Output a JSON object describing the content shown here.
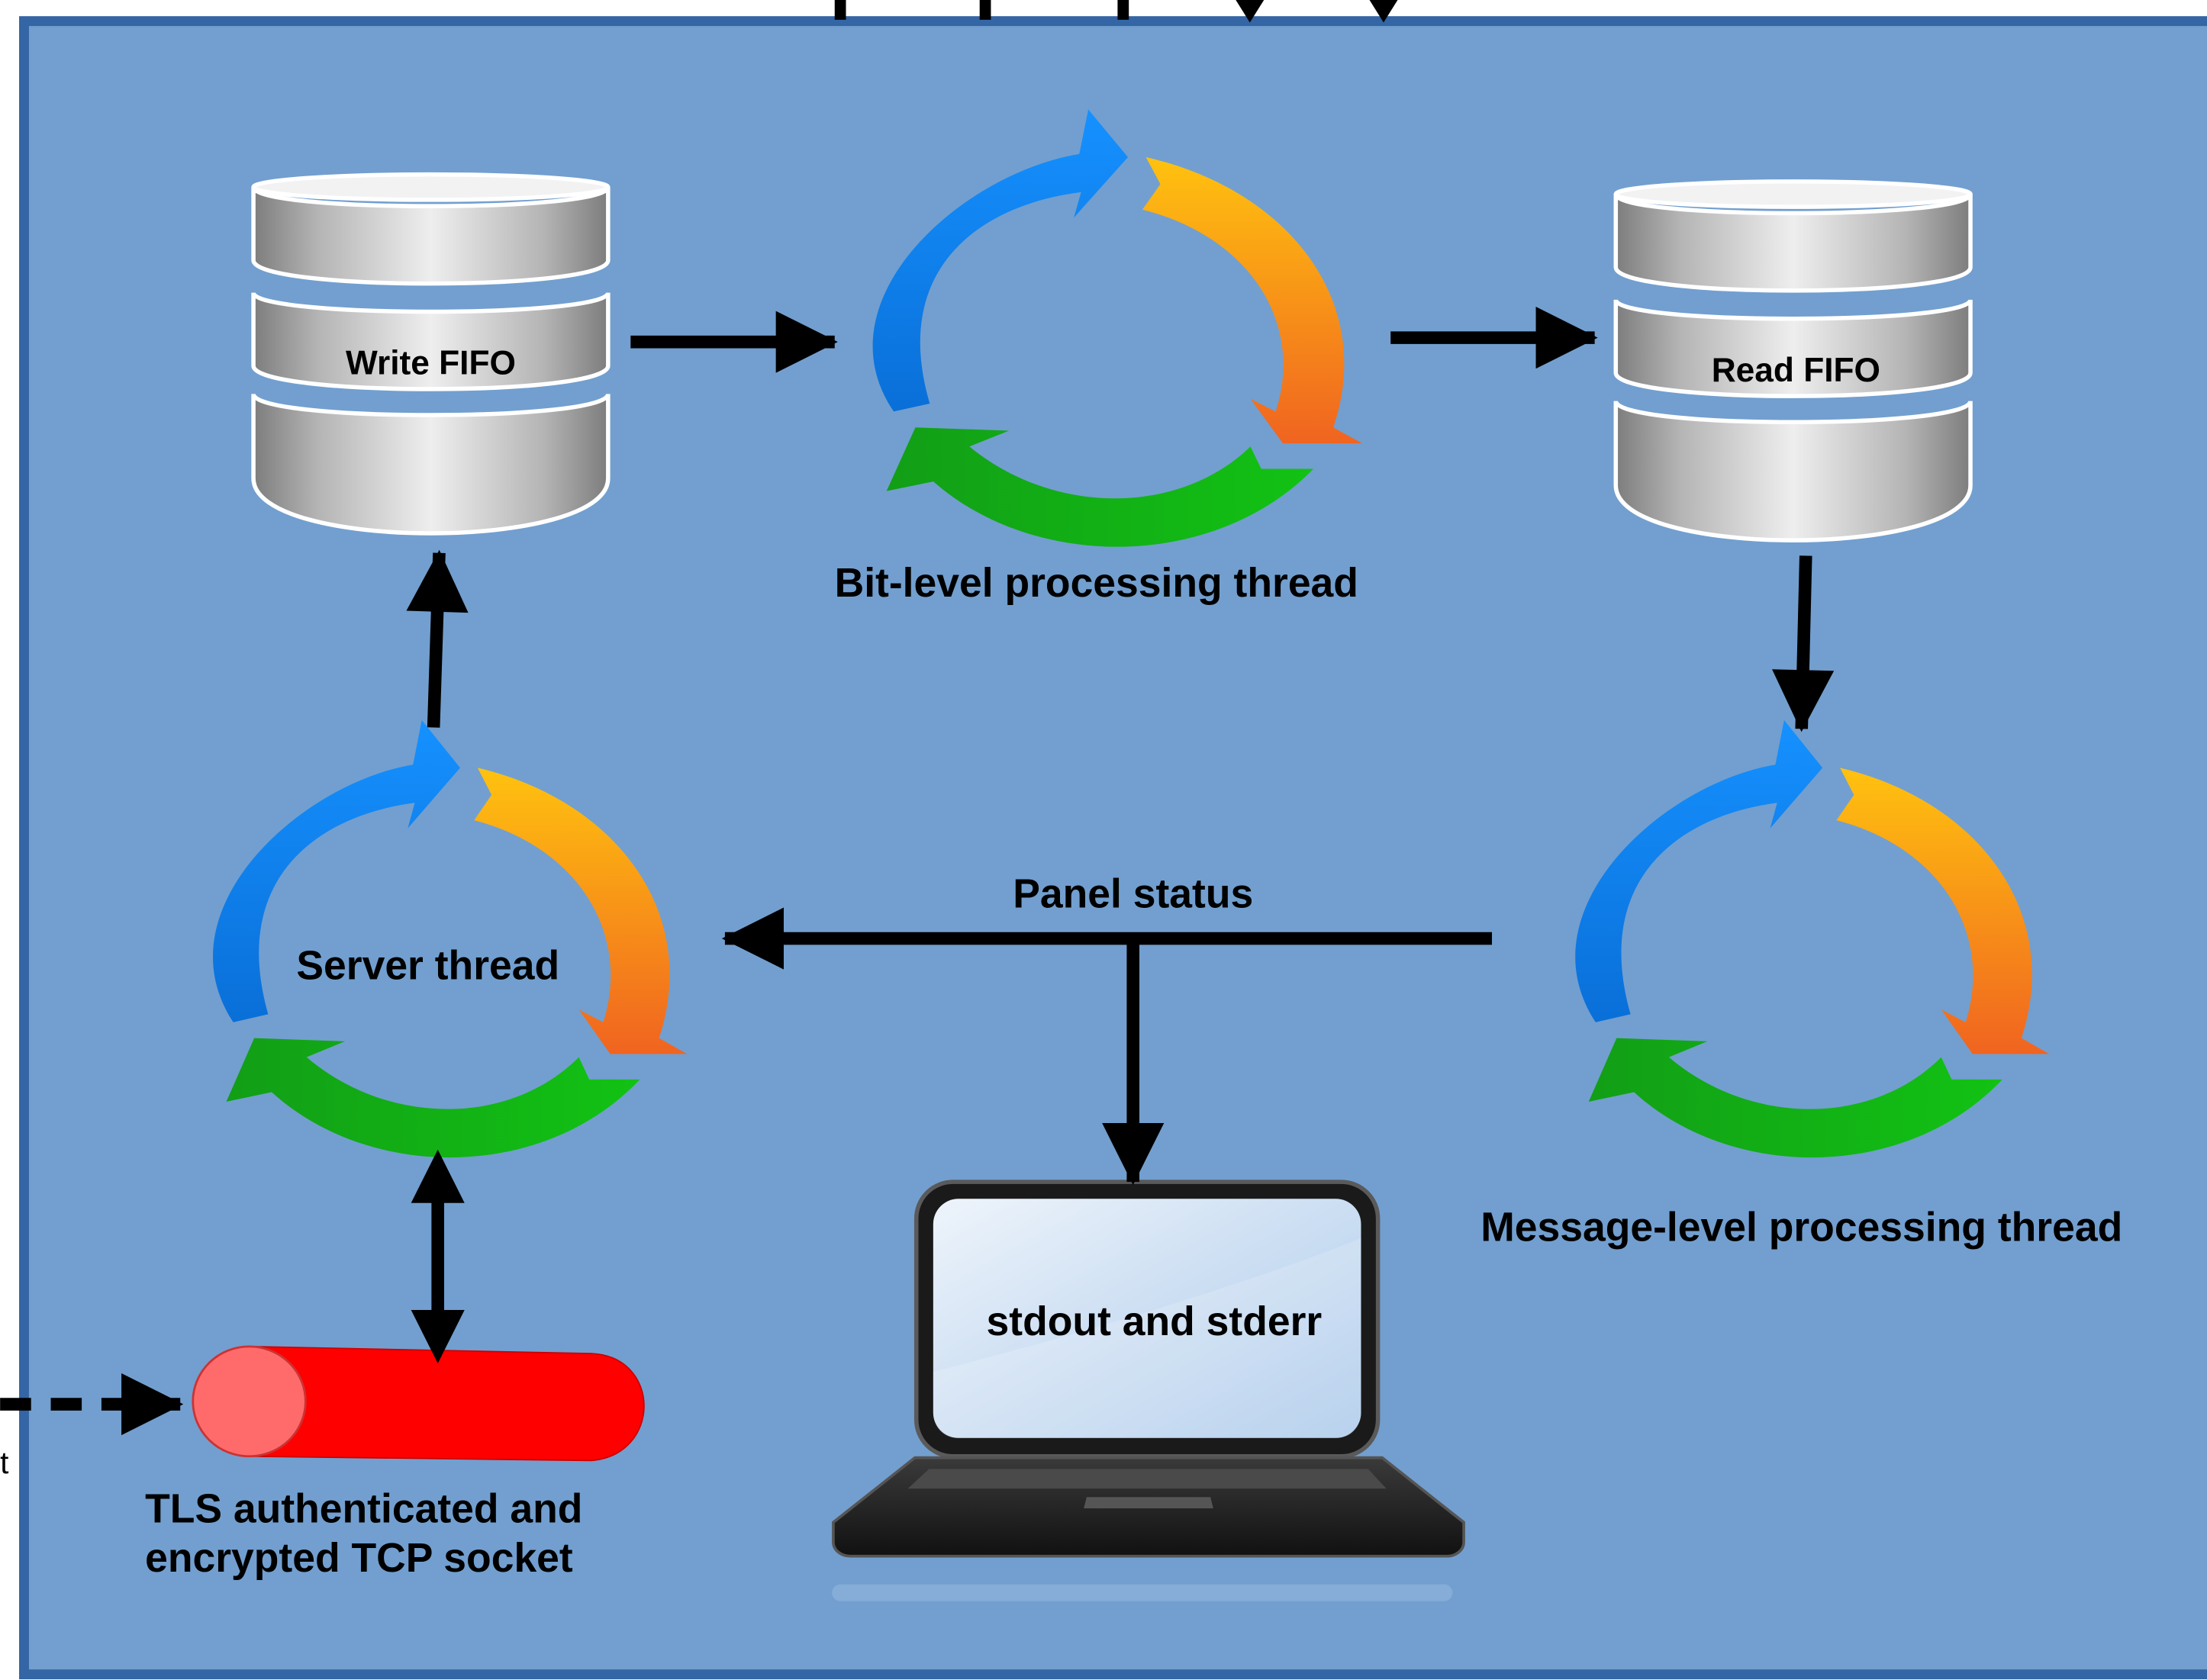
{
  "nodes": {
    "write_fifo": "Write FIFO",
    "read_fifo": "Read FIFO",
    "bit_thread": "Bit-level processing thread",
    "server_thread": "Server thread",
    "message_thread": "Message-level processing thread",
    "stdout": "stdout and stderr",
    "socket_line1": "TLS authenticated and",
    "socket_line2": "encrypted TCP socket"
  },
  "edges": {
    "panel_status": "Panel status",
    "clipped_left_label": "t"
  },
  "colors": {
    "background": "#729fcf",
    "border": "#3465a4",
    "cycle_blue": "#0a84ff",
    "cycle_orange": "#f99a1c",
    "cycle_green": "#10b416",
    "socket_red": "#ff0000",
    "socket_cap": "#ff6b6b"
  },
  "icons": {
    "fifo": "database-stack-icon",
    "thread": "cycle-arrows-icon",
    "terminal": "laptop-icon",
    "socket": "pipe-icon"
  }
}
